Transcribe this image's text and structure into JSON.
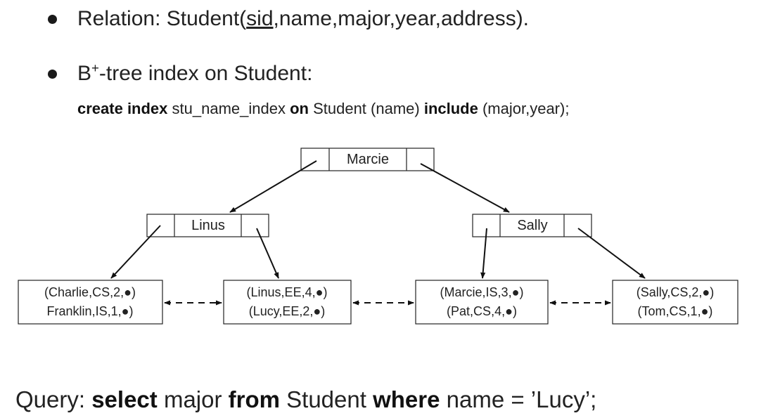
{
  "bullets": {
    "relation": {
      "prefix": "Relation: Student(",
      "key_attr": "sid",
      "suffix": ",name,major,year,address)."
    },
    "index": {
      "b": "B",
      "plus": "+",
      "rest": "-tree index on Student:"
    },
    "create_stmt": {
      "kw1": "create index",
      "t1": " stu_name_index ",
      "kw2": "on",
      "t2": " Student (name) ",
      "kw3": "include",
      "t3": " (major,year);"
    }
  },
  "tree": {
    "root": {
      "key": "Marcie"
    },
    "internal": [
      {
        "key": "Linus"
      },
      {
        "key": "Sally"
      }
    ],
    "leaves": [
      {
        "entries": [
          "(Charlie,CS,2,●)",
          "Franklin,IS,1,●)"
        ]
      },
      {
        "entries": [
          "(Linus,EE,4,●)",
          "(Lucy,EE,2,●)"
        ]
      },
      {
        "entries": [
          "(Marcie,IS,3,●)",
          "(Pat,CS,4,●)"
        ]
      },
      {
        "entries": [
          "(Sally,CS,2,●)",
          "(Tom,CS,1,●)"
        ]
      }
    ]
  },
  "query": {
    "label": "Query: ",
    "kw1": "select",
    "t1": " major ",
    "kw2": "from",
    "t2": " Student ",
    "kw3": "where",
    "t3": " name = ’Lucy’;"
  }
}
